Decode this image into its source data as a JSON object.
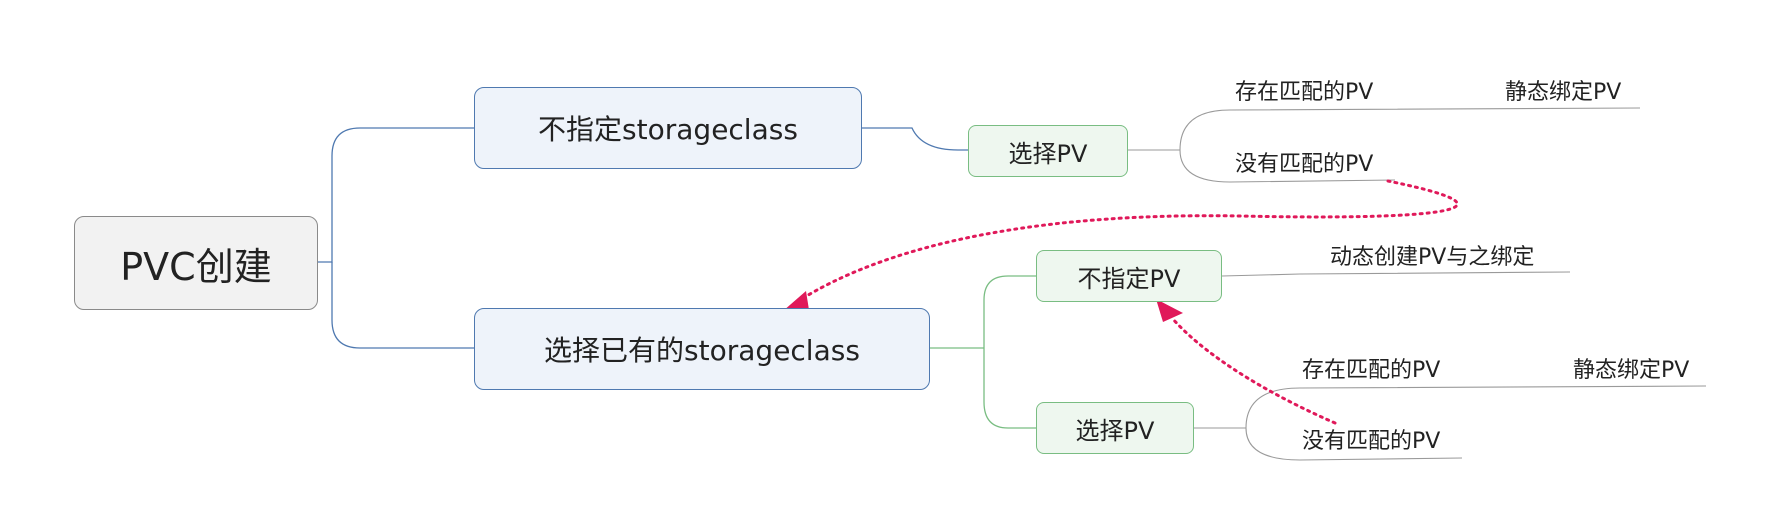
{
  "root": {
    "label": "PVC创建"
  },
  "branches": [
    {
      "label": "不指定storageclass",
      "children": [
        {
          "label": "选择PV",
          "leaves": [
            {
              "label": "存在匹配的PV",
              "result": "静态绑定PV"
            },
            {
              "label": "没有匹配的PV"
            }
          ]
        }
      ]
    },
    {
      "label": "选择已有的storageclass",
      "children": [
        {
          "label": "不指定PV",
          "leaves": [
            {
              "label": "动态创建PV与之绑定"
            }
          ]
        },
        {
          "label": "选择PV",
          "leaves": [
            {
              "label": "存在匹配的PV",
              "result": "静态绑定PV"
            },
            {
              "label": "没有匹配的PV"
            }
          ]
        }
      ]
    }
  ],
  "colors": {
    "root_border": "#8a8a8a",
    "blue_branch": "#4f79b0",
    "green_branch": "#79bd82",
    "leaf_line": "#9a9a9a",
    "arrow": "#e0195a"
  }
}
